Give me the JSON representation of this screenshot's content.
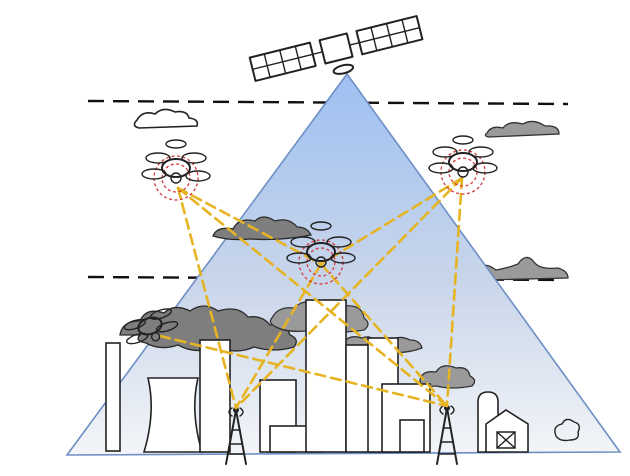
{
  "figure": {
    "colors": {
      "coverage_top": "#9fc0f2",
      "coverage_bottom": "#f3f5f8",
      "coverage_edge": "#6d8fc4",
      "link": "#e6b422",
      "rotor_rings": "#d43a3a"
    },
    "elements": {
      "satellite": "satellite-icon",
      "uav": "quadcopter-drone-icon",
      "tower": "cell-tower-icon",
      "city": "city-skyline",
      "factory": "factory-chimney",
      "barn": "barn-icon",
      "silo": "silo-icon"
    },
    "counts": {
      "uavs": 4,
      "towers": 2,
      "altitude_lines": 2
    }
  }
}
